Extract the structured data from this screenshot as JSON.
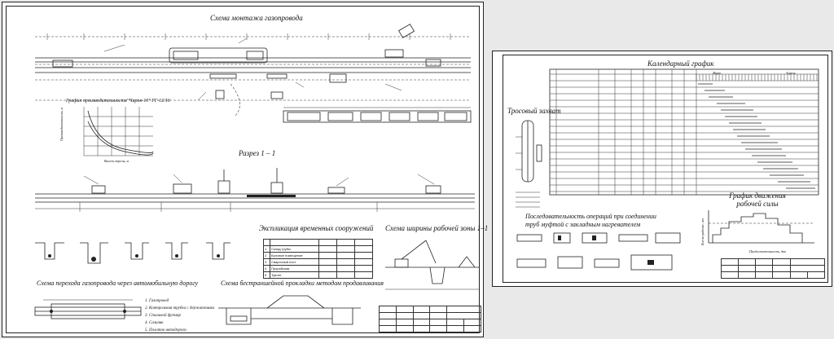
{
  "left_sheet": {
    "titles": {
      "montage": "Схема монтажа газопровода",
      "section": "Разрез 1 – 1",
      "productivity": "График производительности\"Чирок-10\" ГГ-12/16",
      "explication": "Экспликация временных сооружений",
      "workzone": "Схема ширины рабочей зоны 1–1",
      "road_crossing": "Схема перехода газопровода через автомобильную дорогу",
      "trenchless": "Схема бестраншейной прокладки методом продавливания"
    },
    "axes": {
      "ylabel": "Производительность, м",
      "xlabel": "Вылет стрелы, м"
    },
    "road_legend": [
      "1. Газопровод",
      "2. Контрольная трубка с держателями",
      "3. Стальной футляр",
      "4. Сальник",
      "5. Полотно автодороги"
    ],
    "explication_rows": [
      [
        "1",
        "Склад трубы",
        "",
        "",
        ""
      ],
      [
        "2",
        "Бытовое помещение",
        "",
        "",
        ""
      ],
      [
        "3",
        "Сварочный пост",
        "",
        "",
        ""
      ],
      [
        "4",
        "Прорабская",
        "",
        "",
        ""
      ],
      [
        "5",
        "Туалет",
        "",
        "",
        ""
      ]
    ]
  },
  "right_sheet": {
    "titles": {
      "calendar": "Календарный график",
      "cable_grip": "Тросовый захват",
      "workforce": "График движения рабочей силы",
      "sequence": "Последовательность операций при соединении труб муфтой с закладным нагревателем"
    },
    "workforce_axes": {
      "ylabel": "Кол-во рабочих, чел",
      "xlabel": "Продолжительность, дни"
    },
    "calendar_months": [
      "Март",
      "Апрель"
    ],
    "calendar_rows": 17
  }
}
